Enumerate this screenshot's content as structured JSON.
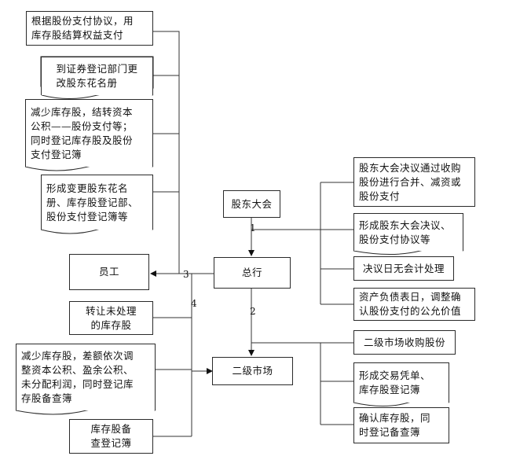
{
  "left_docs": {
    "d1": "根据股份支付协议，用\n库存股结算权益支付",
    "d2": "到证券登记部门更\n改股东花名册",
    "d3": "减少库存股，结转资本\n公积——股份支付等；\n同时登记库存股及股份\n支付登记簿",
    "d4": "形成变更股东花名\n册、库存股登记部、\n股份支付登记簿等"
  },
  "left_nodes": {
    "employee": "员工",
    "untreated_stock": "转让未处理\n的库存股",
    "reduce_stock": "减少库存股，差额依次调\n整资本公积、盈余公积、\n未分配利润，同时登记库\n存股备查簿",
    "stock_register": "库存股备\n查登记簿"
  },
  "center_nodes": {
    "shareholders_meeting": "股东大会",
    "head_office": "总行",
    "secondary_market": "二级市场"
  },
  "right_upper": {
    "r1": "股东大会决议通过收购\n股份进行合并、减资或\n股份支付",
    "r2": "形成股东大会决议、\n股份支付协议等",
    "r3": "决议日无会计处理",
    "r4": "资产负债表日，调整确\n认股份支付的公允价值"
  },
  "right_lower": {
    "r5": "二级市场收购股份",
    "r6": "形成交易凭单、\n库存股登记簿",
    "r7": "确认库存股，同\n时登记备查簿"
  },
  "step_labels": {
    "s1": "1",
    "s2": "2",
    "s3": "3",
    "s4": "4"
  }
}
